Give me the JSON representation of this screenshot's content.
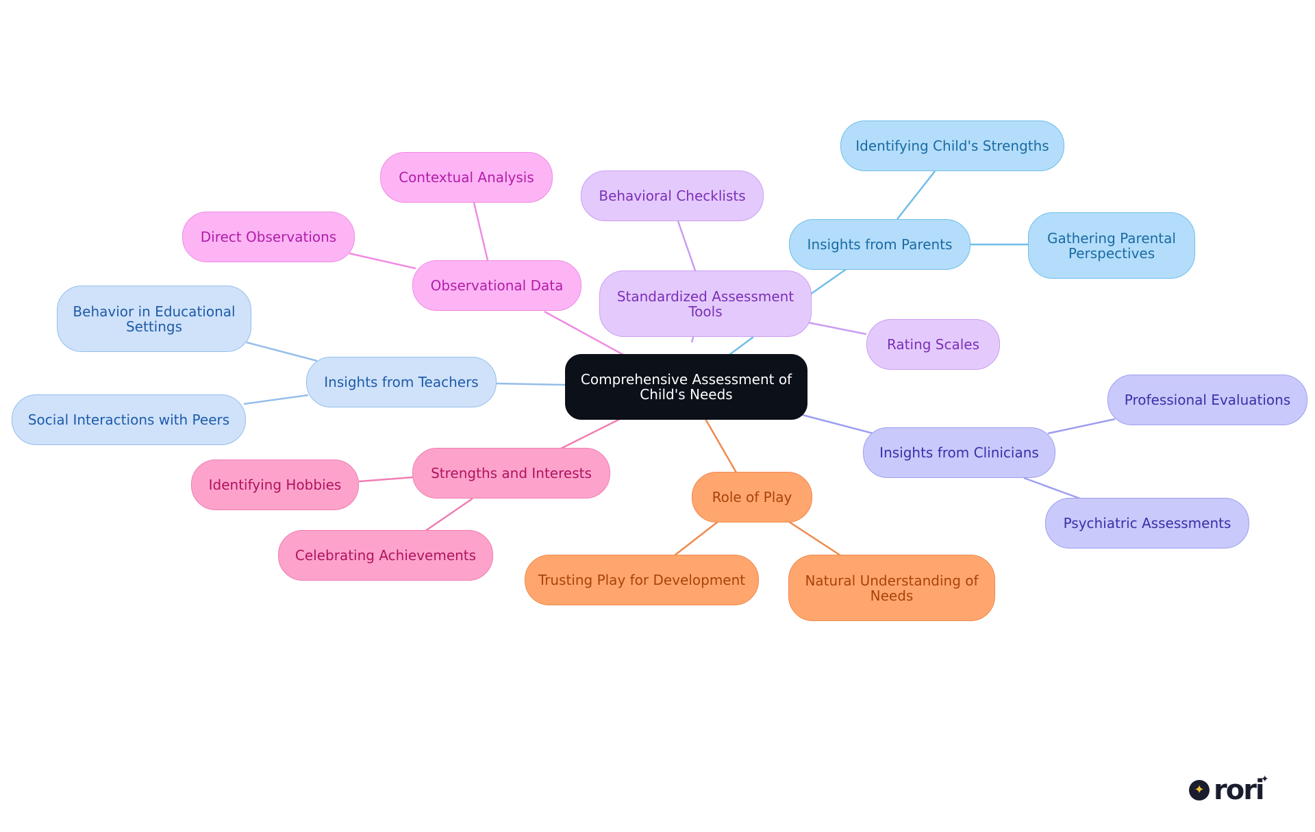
{
  "diagram": {
    "type": "mind-map",
    "root": {
      "label": "Comprehensive Assessment of Child's Needs"
    },
    "branches": [
      {
        "label": "Standardized Assessment Tools",
        "color": "#c99cf2",
        "children": [
          "Behavioral Checklists",
          "Rating Scales"
        ]
      },
      {
        "label": "Insights from Parents",
        "color": "#6fbde9",
        "children": [
          "Identifying Child's Strengths",
          "Gathering Parental Perspectives"
        ]
      },
      {
        "label": "Observational Data",
        "color": "#ef8ae3",
        "children": [
          "Contextual Analysis",
          "Direct Observations"
        ]
      },
      {
        "label": "Insights from Teachers",
        "color": "#94bdea",
        "children": [
          "Behavior in Educational Settings",
          "Social Interactions with Peers"
        ]
      },
      {
        "label": "Insights from Clinicians",
        "color": "#9d9ef0",
        "children": [
          "Professional Evaluations",
          "Psychiatric Assessments"
        ]
      },
      {
        "label": "Role of Play",
        "color": "#ee8a4b",
        "children": [
          "Trusting Play for Development",
          "Natural Understanding of Needs"
        ]
      },
      {
        "label": "Strengths and Interests",
        "color": "#ef7db2",
        "children": [
          "Identifying Hobbies",
          "Celebrating Achievements"
        ]
      }
    ]
  },
  "logo": {
    "text": "rori"
  }
}
